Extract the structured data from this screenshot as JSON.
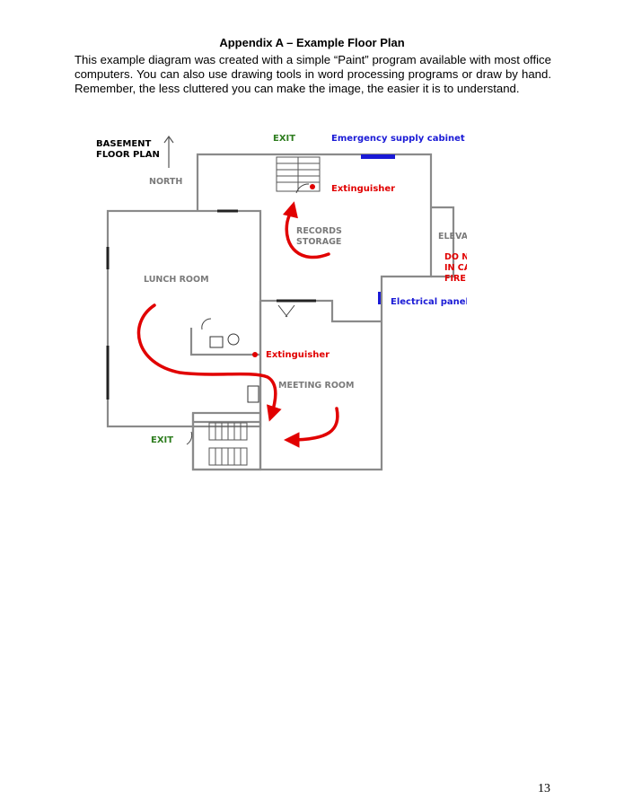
{
  "page": {
    "heading": "Appendix A – Example Floor Plan",
    "intro": "This example diagram was created with a simple “Paint” program available with most office computers. You can also use drawing tools in word processing programs or draw by hand. Remember, the less cluttered you can make the image, the easier it is to understand.",
    "page_number": "13"
  },
  "plan": {
    "title_line1": "BASEMENT",
    "title_line2": "FLOOR PLAN",
    "north": "NORTH",
    "exit_top": "EXIT",
    "exit_bottom": "EXIT",
    "emergency_cabinet": "Emergency supply cabinet",
    "extinguisher_top": "Extinguisher",
    "extinguisher_mid": "Extinguisher",
    "records_line1": "RECORDS",
    "records_line2": "STORAGE",
    "elevator": "ELEVATOR",
    "warning_line1": "DO NOT USE",
    "warning_line2": "IN CASE OF",
    "warning_line3": "FIRE",
    "electrical_panel": "Electrical panel",
    "lunch_room": "LUNCH ROOM",
    "meeting_room": "MEETING ROOM"
  },
  "colors": {
    "wall": "#8a8a8a",
    "exit_label": "#2e7d1f",
    "equipment_label": "#1a1ad6",
    "alert": "#e10000"
  }
}
